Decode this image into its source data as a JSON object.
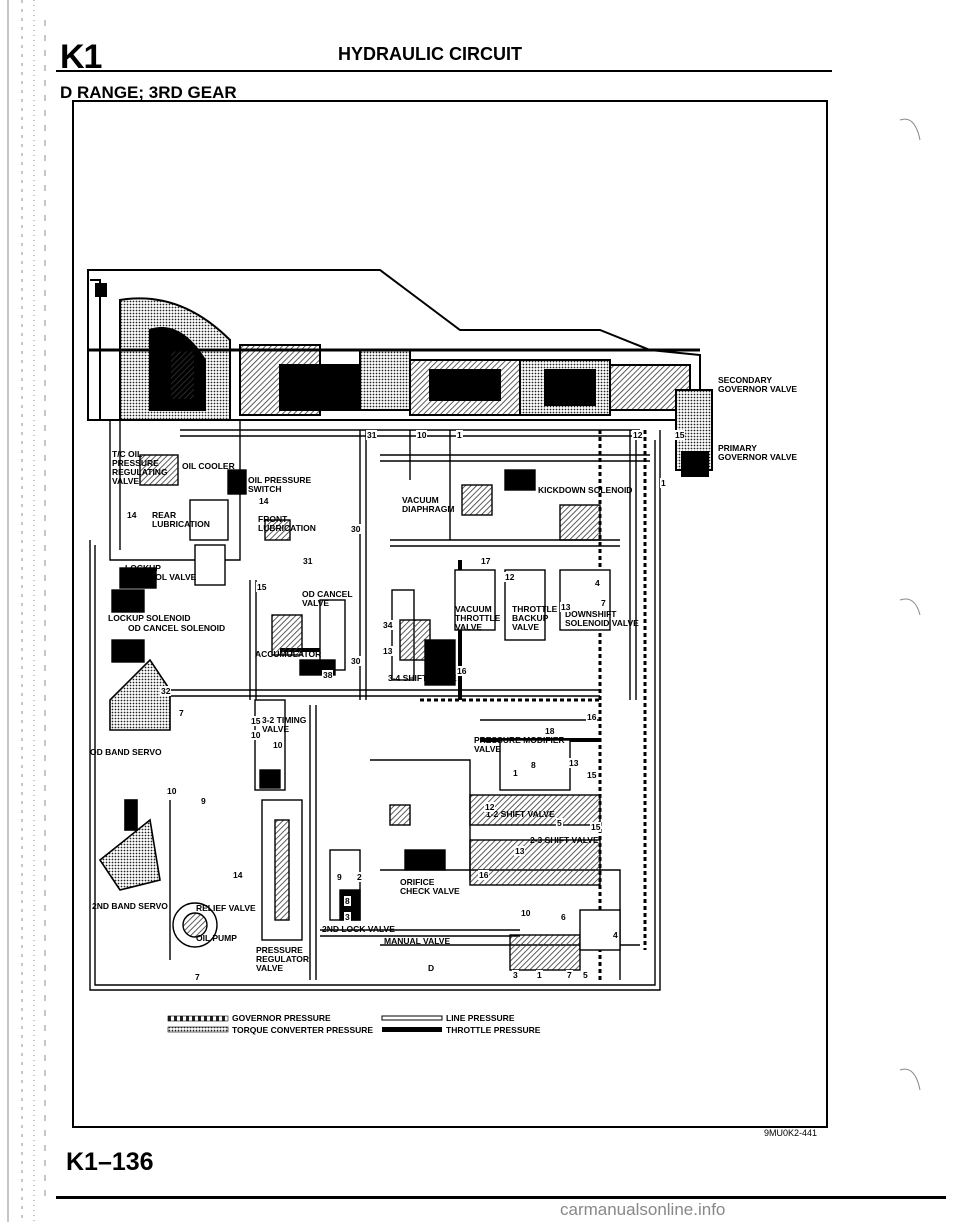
{
  "header": {
    "code": "K1",
    "title": "HYDRAULIC CIRCUIT",
    "subtitle": "D RANGE; 3RD GEAR"
  },
  "diagram": {
    "labels": {
      "secondary_governor": "SECONDARY\nGOVERNOR VALVE",
      "primary_governor": "PRIMARY\nGOVERNOR VALVE",
      "tc_oil_pressure": "T/C OIL\nPRESSURE\nREGULATING\nVALVE",
      "oil_cooler": "OIL COOLER",
      "oil_pressure_switch": "OIL PRESSURE\nSWITCH",
      "kickdown_solenoid": "KICKDOWN SOLENOID",
      "vacuum_diaphragm": "VACUUM\nDIAPHRAGM",
      "rear_lubrication": "REAR\nLUBRICATION",
      "front_lubrication": "FRONT\nLUBRICATION",
      "lockup_control_valve": "LOCKUP\nCONTROL VALVE",
      "lockup_solenoid": "LOCKUP SOLENOID",
      "od_cancel_solenoid": "OD CANCEL SOLENOID",
      "od_cancel_valve": "OD CANCEL\nVALVE",
      "accumulator": "ACCUMULATOR",
      "vacuum_throttle_valve": "VACUUM\nTHROTTLE\nVALVE",
      "throttle_backup_valve": "THROTTLE\nBACKUP\nVALVE",
      "downshift_solenoid_valve": "DOWNSHIFT\nSOLENOID VALVE",
      "shift_34": "3-4 SHIFT VALVE",
      "od_band_servo": "OD BAND SERVO",
      "timing_32": "3-2 TIMING\nVALVE",
      "pressure_modifier": "PRESSURE MODIFIER\nVALVE",
      "shift_12": "1-2 SHIFT VALVE",
      "shift_23": "2-3 SHIFT VALVE",
      "orifice_check": "ORIFICE\nCHECK VALVE",
      "band_servo_2nd": "2ND BAND SERVO",
      "relief_valve": "RELIEF VALVE",
      "oil_pump": "OIL PUMP",
      "lock_valve_2nd": "2ND LOCK VALVE",
      "manual_valve": "MANUAL VALVE",
      "pressure_regulator": "PRESSURE\nREGULATOR\nVALVE"
    },
    "line_numbers": [
      "31",
      "10",
      "1",
      "12",
      "15",
      "1",
      "14",
      "14",
      "30",
      "31",
      "15",
      "34",
      "13",
      "38",
      "30",
      "17",
      "12",
      "4",
      "13",
      "7",
      "16",
      "32",
      "7",
      "15",
      "10",
      "10",
      "18",
      "16",
      "8",
      "1",
      "13",
      "15",
      "12",
      "5",
      "15",
      "13",
      "10",
      "9",
      "9",
      "2",
      "14",
      "16",
      "10",
      "8",
      "3",
      "6",
      "4",
      "3",
      "1",
      "7",
      "5",
      "7"
    ],
    "gear_letter": "D"
  },
  "legend": {
    "governor_pressure": "GOVERNOR PRESSURE",
    "torque_converter_pressure": "TORQUE CONVERTER PRESSURE",
    "line_pressure": "LINE PRESSURE",
    "throttle_pressure": "THROTTLE PRESSURE"
  },
  "footer": {
    "page_number": "K1–136",
    "figure_code": "9MU0K2-441",
    "watermark": "carmanualsonline.info"
  },
  "colors": {
    "ink": "#000000",
    "paper": "#ffffff",
    "hatch": "#555555"
  }
}
